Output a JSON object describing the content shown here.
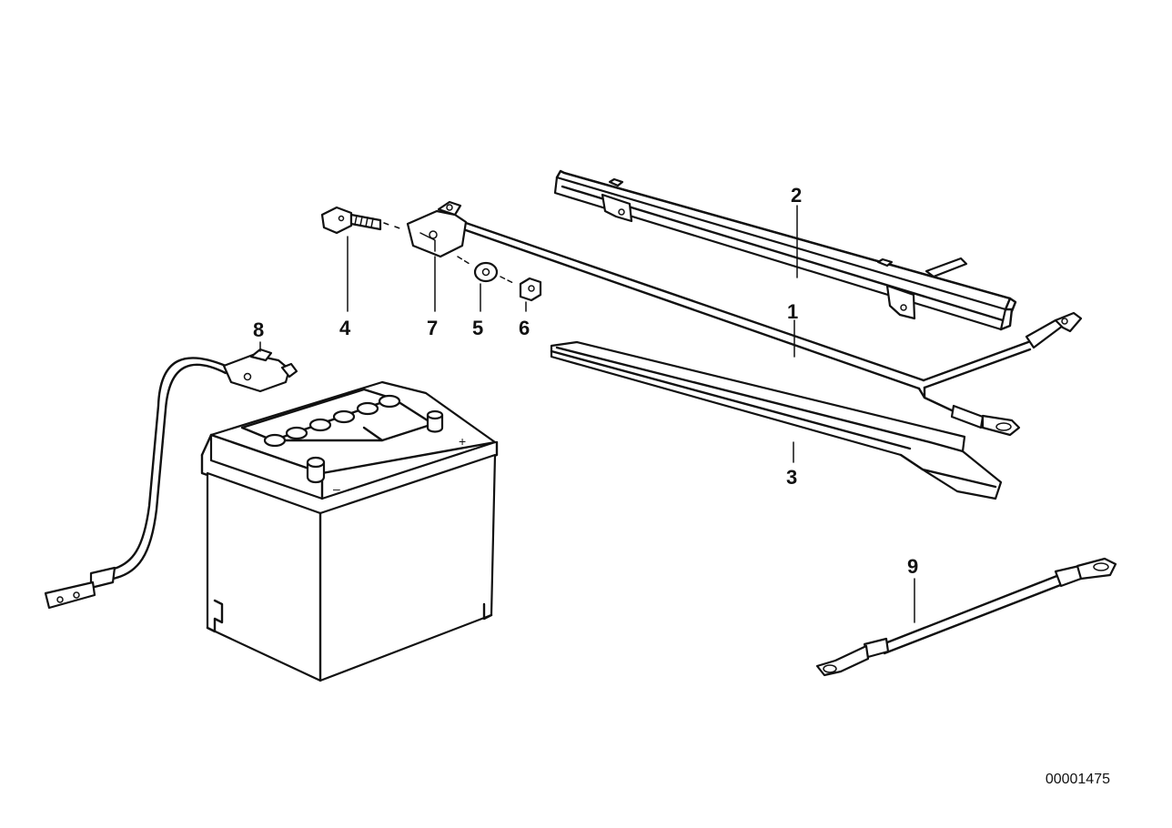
{
  "callouts": [
    {
      "id": "1",
      "label": "1"
    },
    {
      "id": "2",
      "label": "2"
    },
    {
      "id": "3",
      "label": "3"
    },
    {
      "id": "4",
      "label": "4"
    },
    {
      "id": "5",
      "label": "5"
    },
    {
      "id": "6",
      "label": "6"
    },
    {
      "id": "7",
      "label": "7"
    },
    {
      "id": "8",
      "label": "8"
    },
    {
      "id": "9",
      "label": "9"
    }
  ],
  "battery": {
    "minus_label": "–",
    "plus_label": "+"
  },
  "drawing_number": "00001475"
}
